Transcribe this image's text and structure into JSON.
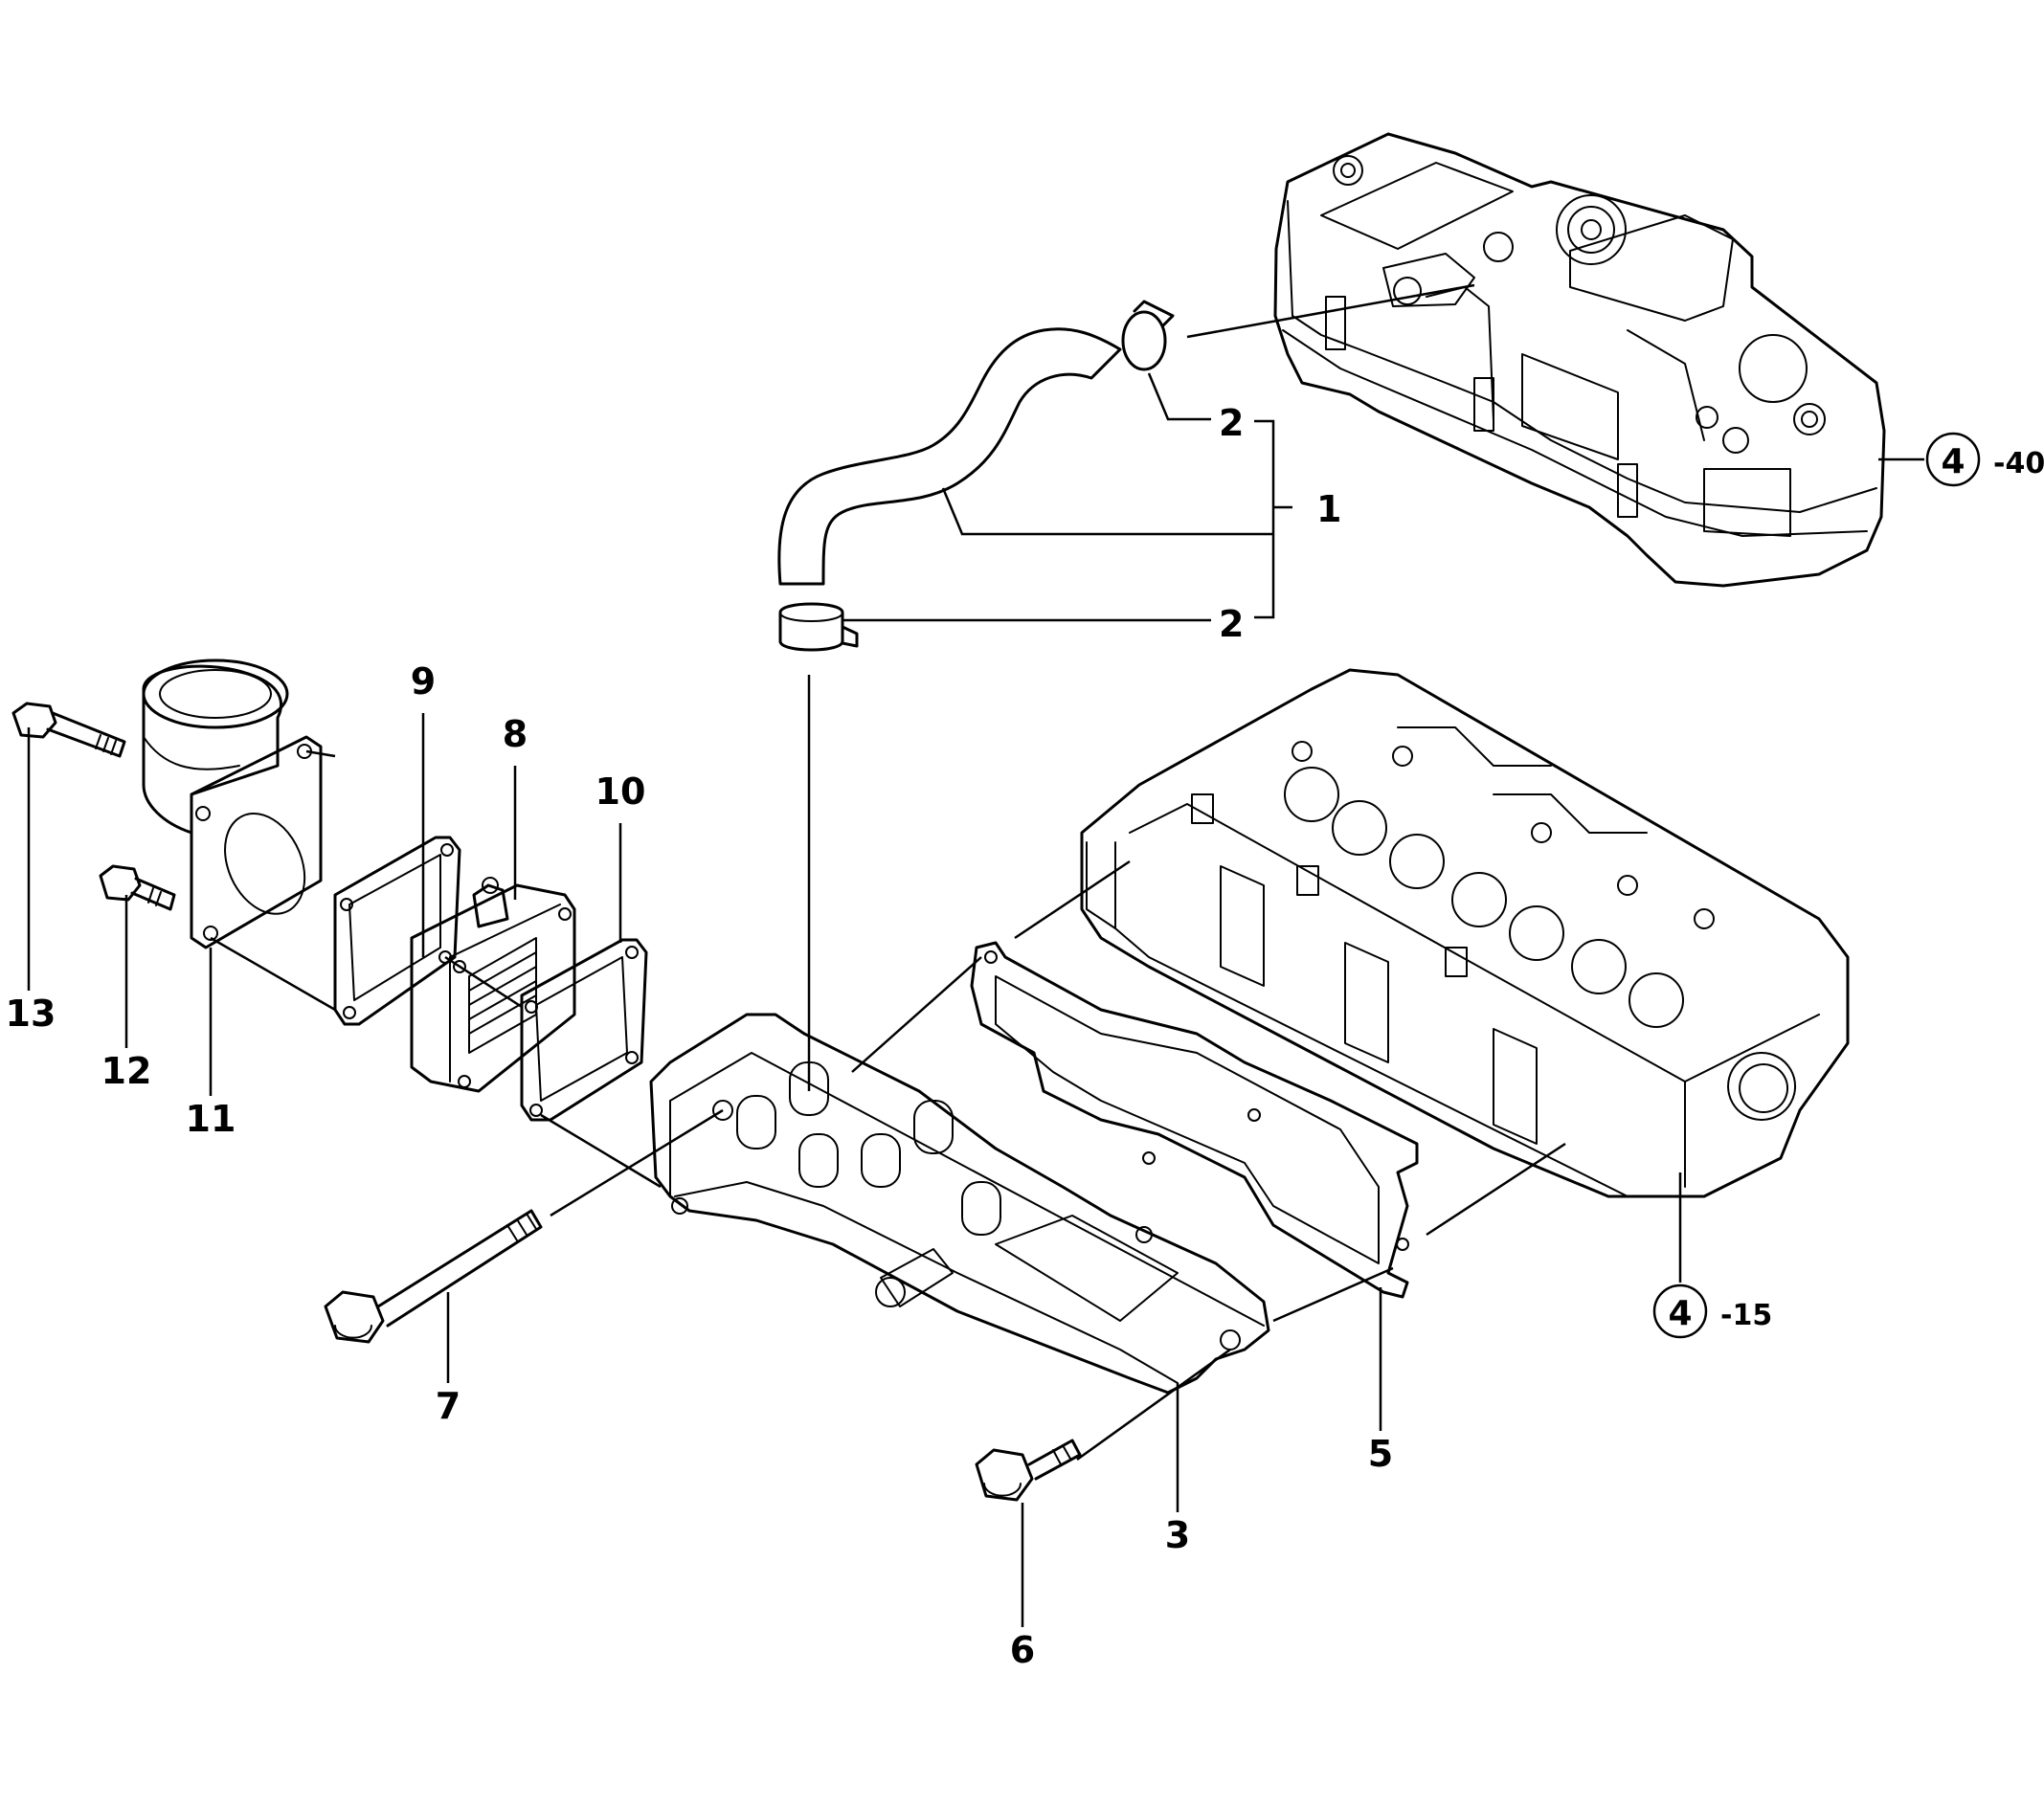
{
  "callouts": {
    "c1": "1",
    "c2a": "2",
    "c2b": "2",
    "c3": "3",
    "c5": "5",
    "c6": "6",
    "c7": "7",
    "c8": "8",
    "c9": "9",
    "c10": "10",
    "c11": "11",
    "c12": "12",
    "c13": "13"
  },
  "references": {
    "rocker_cover": {
      "group": "4",
      "suffix": "-40"
    },
    "cylinder_head": {
      "group": "4",
      "suffix": "-15"
    }
  },
  "colors": {
    "line": "#000000",
    "background": "#ffffff"
  }
}
